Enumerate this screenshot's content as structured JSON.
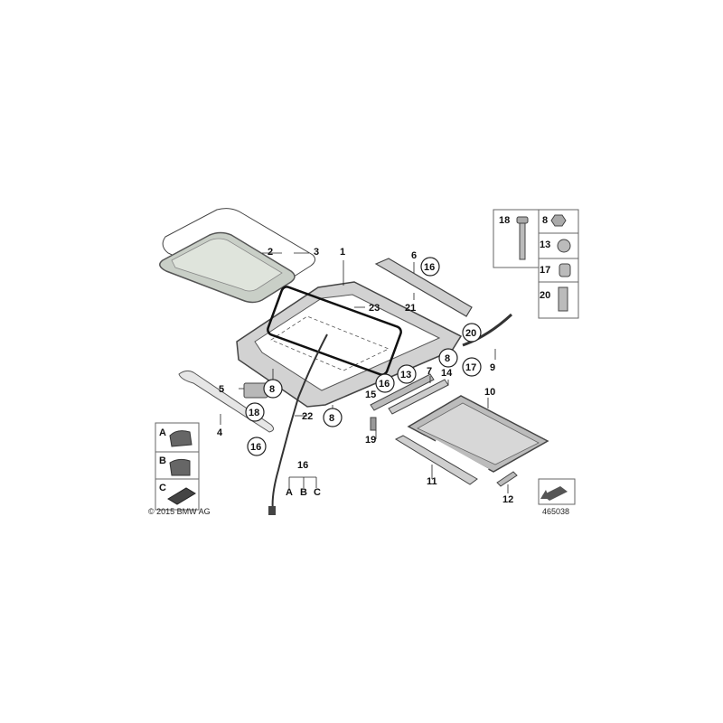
{
  "copyright": "© 2015 BMW AG",
  "diagram_id": "465038",
  "group_label": {
    "number": "16",
    "letters": [
      "A",
      "B",
      "C"
    ]
  },
  "labels": [
    "1",
    "2",
    "3",
    "4",
    "5",
    "6",
    "7",
    "8",
    "9",
    "10",
    "11",
    "12",
    "13",
    "14",
    "15",
    "16",
    "17",
    "18",
    "19",
    "20",
    "21",
    "22",
    "23"
  ],
  "circled_labels": [
    "8",
    "8",
    "8",
    "13",
    "16",
    "16",
    "16",
    "17",
    "18",
    "20"
  ],
  "fastener_panel": [
    "18",
    "8",
    "13",
    "17",
    "20"
  ],
  "variant_panel": [
    "A",
    "B",
    "C"
  ]
}
